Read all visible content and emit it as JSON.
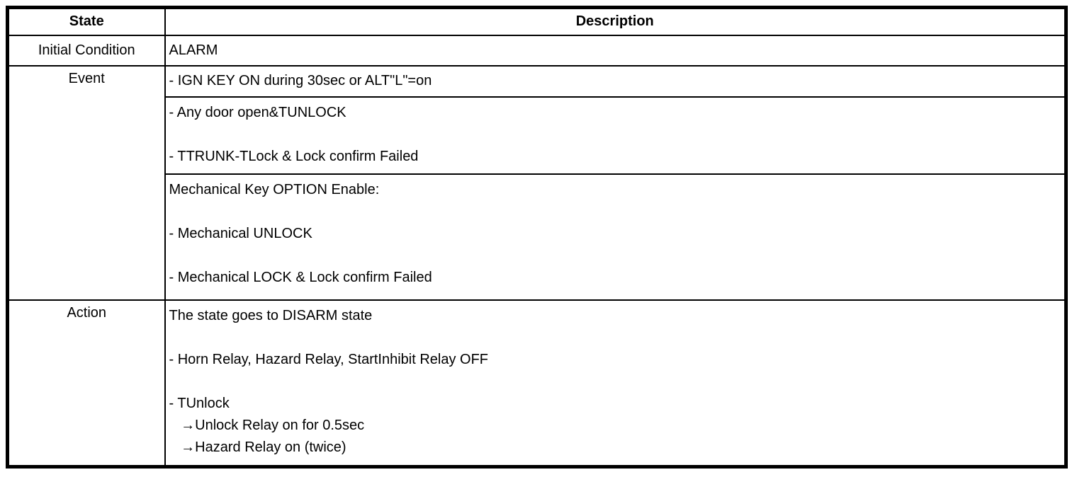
{
  "table": {
    "header": {
      "state": "State",
      "description": "Description"
    },
    "initial_condition": {
      "label": "Initial Condition",
      "description": "ALARM"
    },
    "event": {
      "label": "Event",
      "cells": [
        {
          "lines": [
            "- IGN KEY ON during 30sec or ALT\"L\"=on"
          ]
        },
        {
          "lines": [
            "- Any door open&TUNLOCK",
            "",
            "- TTRUNK-TLock & Lock confirm Failed"
          ]
        },
        {
          "lines": [
            "Mechanical Key OPTION Enable:",
            "",
            "- Mechanical UNLOCK",
            "",
            "- Mechanical LOCK & Lock confirm Failed"
          ]
        }
      ]
    },
    "action": {
      "label": "Action",
      "lines": [
        "The state goes to DISARM state",
        "",
        "- Horn Relay, Hazard Relay, StartInhibit Relay OFF",
        "",
        "- TUnlock",
        "   →Unlock Relay on for 0.5sec",
        "   →Hazard Relay on (twice)"
      ]
    }
  },
  "colors": {
    "border": "#000000",
    "text": "#000000",
    "background": "#ffffff"
  }
}
